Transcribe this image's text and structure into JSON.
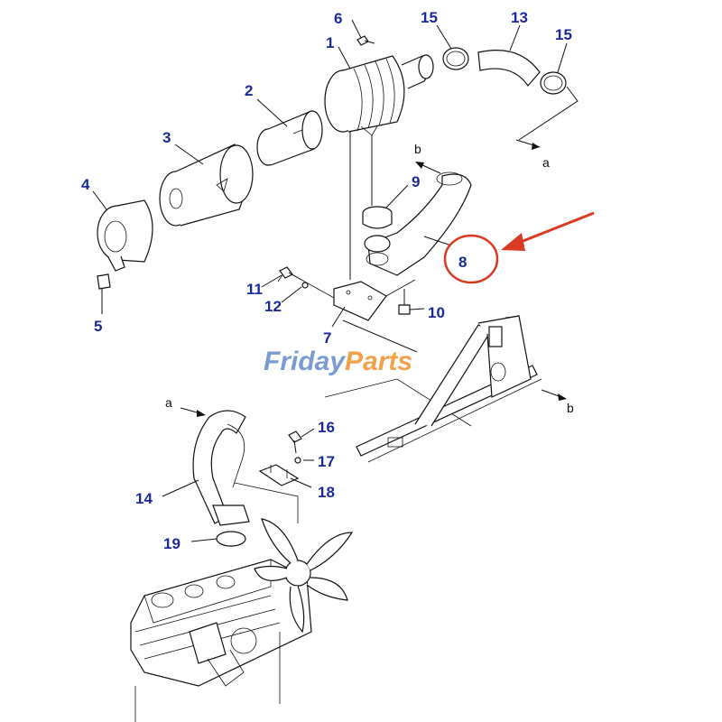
{
  "callouts": {
    "p1": "1",
    "p2": "2",
    "p3": "3",
    "p4": "4",
    "p5": "5",
    "p6": "6",
    "p7": "7",
    "p8": "8",
    "p9": "9",
    "p10": "10",
    "p11": "11",
    "p12": "12",
    "p13": "13",
    "p14": "14",
    "p15a": "15",
    "p15b": "15",
    "p16": "16",
    "p17": "17",
    "p18": "18",
    "p19": "19"
  },
  "refs": {
    "a_top": "a",
    "a_bottom": "a",
    "b_top": "b",
    "b_right": "b"
  },
  "watermark": {
    "part1": "Friday",
    "part2": "Parts",
    "color1": "#7a9cd0",
    "color2": "#f2a04a"
  },
  "highlight_color": "#d93a22"
}
